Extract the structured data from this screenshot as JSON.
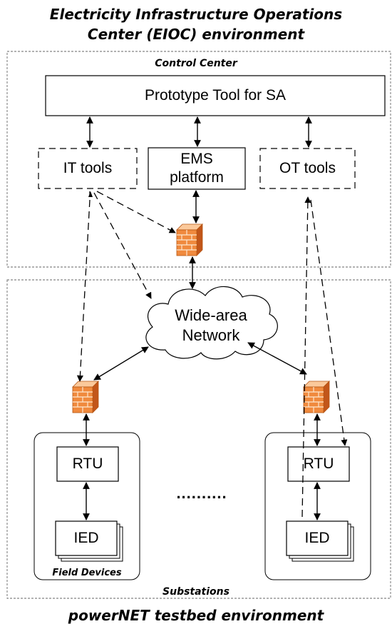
{
  "title_top": [
    "Electricity Infrastructure Operations",
    "Center (EIOC) environment"
  ],
  "title_bottom": "powerNET testbed environment",
  "regions": {
    "control_center": "Control Center",
    "substations": "Substations",
    "field_devices": "Field Devices"
  },
  "nodes": {
    "prototype_tool": "Prototype Tool for SA",
    "it_tools": "IT tools",
    "ems_platform": [
      "EMS",
      "platform"
    ],
    "ot_tools": "OT tools",
    "wan": [
      "Wide-area",
      "Network"
    ],
    "rtu_left": "RTU",
    "ied_left": "IED",
    "rtu_right": "RTU",
    "ied_right": "IED",
    "ellipsis": ".........."
  },
  "colors": {
    "firewall_light": "#f5b07a",
    "firewall_dark": "#d96a1e",
    "firewall_mortar": "#fde6cf"
  }
}
